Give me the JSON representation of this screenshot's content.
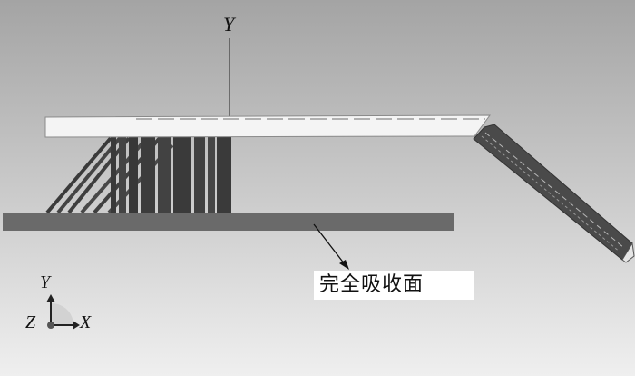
{
  "labels": {
    "top_axis": "Y",
    "surface_label": "完全吸收面"
  },
  "triad": {
    "y": "Y",
    "z": "Z",
    "x": "X"
  },
  "colors": {
    "background_top": "#a4a4a4",
    "background_bottom": "#efefef",
    "board": "#f4f4f4",
    "absorber": "#6a6a6a",
    "struts": "#3a3a3a",
    "ramp": "#4a4a4a",
    "label_bg": "#ffffff",
    "triad_icon": "#d2d2d2"
  }
}
